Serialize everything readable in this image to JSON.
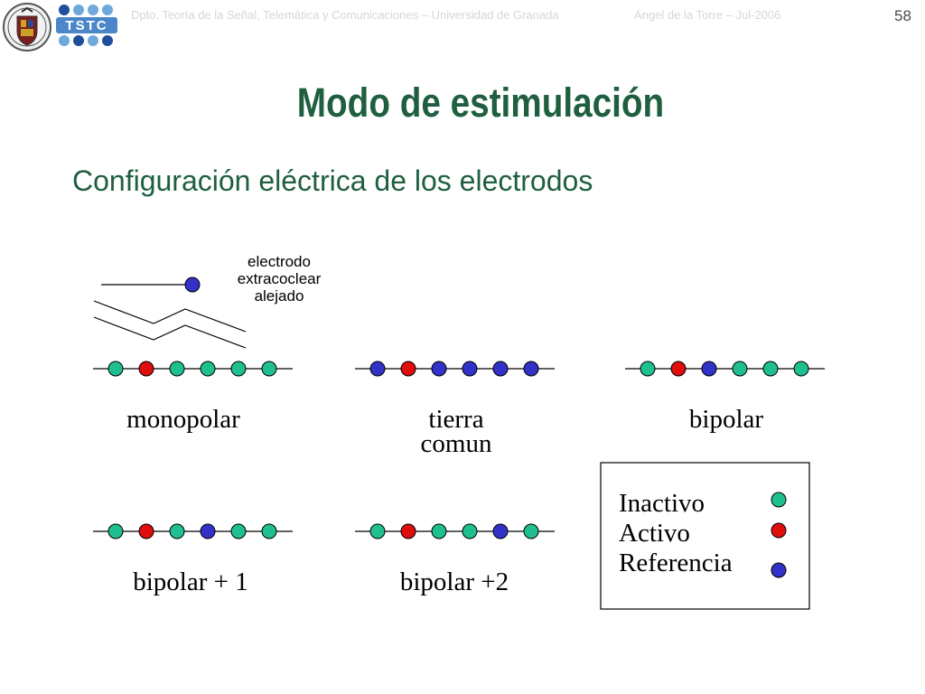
{
  "header": {
    "department": "Dpto. Teoría de la Señal, Telemática y Comunicaciones – Universidad de Granada",
    "author_date": "Ángel de la Torre – Jul-2006",
    "page_number": "58",
    "logo_text": "TSTC"
  },
  "title": "Modo de estimulación",
  "subtitle": "Configuración eléctrica de los electrodos",
  "colors": {
    "title": "#1f5f3f",
    "inactive": "#1fbf8f",
    "active": "#e00d0d",
    "reference": "#3232c8"
  },
  "extracochlear_label": {
    "line1": "electrodo",
    "line2": "extracoclear",
    "line3": "alejado"
  },
  "configurations": [
    {
      "name": "monopolar",
      "label_lines": [
        "monopolar"
      ],
      "electrodes": [
        "inactive",
        "active",
        "inactive",
        "inactive",
        "inactive",
        "inactive"
      ]
    },
    {
      "name": "tierra comun",
      "label_lines": [
        "tierra",
        "comun"
      ],
      "electrodes": [
        "reference",
        "active",
        "reference",
        "reference",
        "reference",
        "reference"
      ]
    },
    {
      "name": "bipolar",
      "label_lines": [
        "bipolar"
      ],
      "electrodes": [
        "inactive",
        "active",
        "reference",
        "inactive",
        "inactive",
        "inactive"
      ]
    },
    {
      "name": "bipolar + 1",
      "label_lines": [
        "bipolar + 1"
      ],
      "electrodes": [
        "inactive",
        "active",
        "inactive",
        "reference",
        "inactive",
        "inactive"
      ]
    },
    {
      "name": "bipolar +2",
      "label_lines": [
        "bipolar +2"
      ],
      "electrodes": [
        "inactive",
        "active",
        "inactive",
        "inactive",
        "reference",
        "inactive"
      ]
    }
  ],
  "legend": [
    {
      "label": "Inactivo",
      "state": "inactive"
    },
    {
      "label": "Activo",
      "state": "active"
    },
    {
      "label": "Referencia",
      "state": "reference"
    }
  ]
}
